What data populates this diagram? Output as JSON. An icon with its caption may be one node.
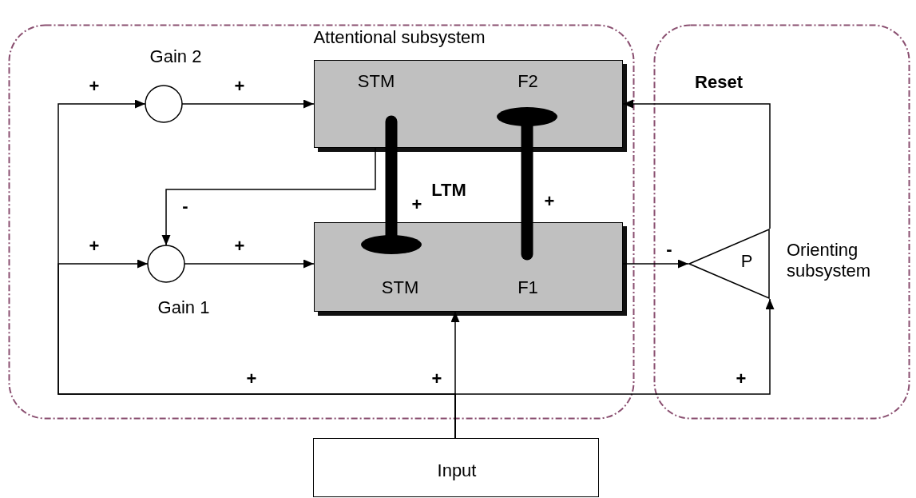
{
  "diagram": {
    "nodes": [
      {
        "text": [
          "Attentional subsystem"
        ]
      },
      {
        "text": [
          "Orienting subsystem"
        ]
      },
      {
        "text": [
          "STM",
          "F2"
        ],
        "in": 0
      },
      {
        "text": [
          "STM",
          "F1"
        ],
        "in": 0
      },
      {
        "text": [
          "Gain 2"
        ],
        "in": 0
      },
      {
        "text": [
          "Gain 1"
        ],
        "in": 0
      },
      {
        "text": [
          "P"
        ],
        "in": 1
      },
      {
        "text": [
          "Input"
        ]
      }
    ],
    "edges": [
      {
        "from": 7,
        "to": 4,
        "arrow": "to",
        "label": "+"
      },
      {
        "from": 4,
        "to": 2,
        "arrow": "to",
        "label": "+"
      },
      {
        "from": 7,
        "to": 5,
        "arrow": "to",
        "label": "+"
      },
      {
        "from": 5,
        "to": 3,
        "arrow": "to",
        "label": "+"
      },
      {
        "from": 2,
        "to": 5,
        "arrow": "to",
        "label": "-"
      },
      {
        "from": 2,
        "to": 3,
        "arrow": "other",
        "style": "thick",
        "label": "+"
      },
      {
        "from": 3,
        "to": 2,
        "arrow": "other",
        "style": "thick",
        "label": "+"
      },
      {
        "from": 3,
        "to": 6,
        "arrow": "to",
        "label": "-"
      },
      {
        "from": 7,
        "to": 3,
        "arrow": "to",
        "label": "+"
      },
      {
        "from": 7,
        "to": 6,
        "arrow": "to",
        "label": "+"
      },
      {
        "from": 6,
        "to": 2,
        "arrow": "to",
        "label": "Reset"
      }
    ],
    "labels": [
      "LTM",
      "+"
    ]
  }
}
